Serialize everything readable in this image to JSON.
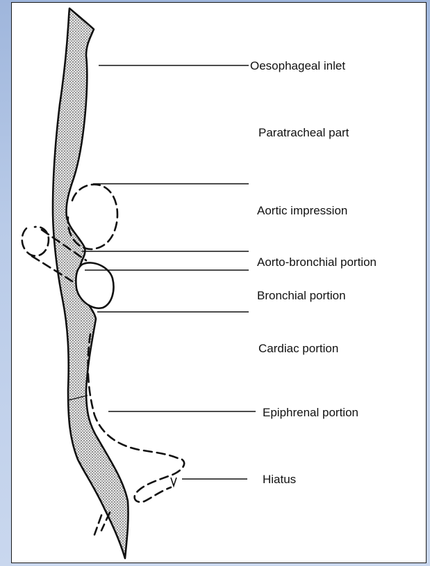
{
  "labels": {
    "oesophageal_inlet": "Oesophageal inlet",
    "paratracheal_part": "Paratracheal part",
    "aortic_impression": "Aortic impression",
    "aorto_bronchial_portion": "Aorto-bronchial portion",
    "bronchial_portion": "Bronchial portion",
    "cardiac_portion": "Cardiac portion",
    "epiphrenal_portion": "Epiphrenal portion",
    "hiatus": "Hiatus"
  },
  "colors": {
    "frame_background": "#ffffff",
    "slide_background": "#b9cbe8",
    "ink": "#111111"
  }
}
